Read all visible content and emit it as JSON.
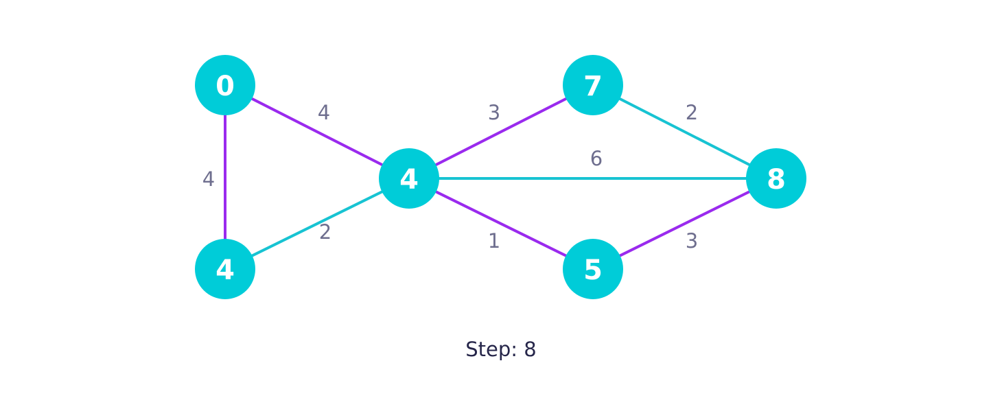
{
  "colors": {
    "node_fill": "#00CCD8",
    "node_text": "#FFFFFF",
    "edge_selected": "#9A2AEE",
    "edge_unselected": "#17C3D2",
    "edge_label": "#6E6E8E",
    "step_text": "#26264A"
  },
  "graph": {
    "nodes": [
      {
        "id": "a",
        "label": "0"
      },
      {
        "id": "b",
        "label": "4"
      },
      {
        "id": "c",
        "label": "4"
      },
      {
        "id": "d",
        "label": "7"
      },
      {
        "id": "e",
        "label": "5"
      },
      {
        "id": "f",
        "label": "8"
      }
    ],
    "edges": [
      {
        "from": "a",
        "to": "c",
        "weight": "4",
        "selected": true
      },
      {
        "from": "a",
        "to": "b",
        "weight": "4",
        "selected": true
      },
      {
        "from": "b",
        "to": "c",
        "weight": "2",
        "selected": false
      },
      {
        "from": "c",
        "to": "d",
        "weight": "3",
        "selected": true
      },
      {
        "from": "c",
        "to": "f",
        "weight": "6",
        "selected": false
      },
      {
        "from": "c",
        "to": "e",
        "weight": "1",
        "selected": true
      },
      {
        "from": "d",
        "to": "f",
        "weight": "2",
        "selected": false
      },
      {
        "from": "e",
        "to": "f",
        "weight": "3",
        "selected": true
      }
    ]
  },
  "step": {
    "text": "Step: 8"
  }
}
